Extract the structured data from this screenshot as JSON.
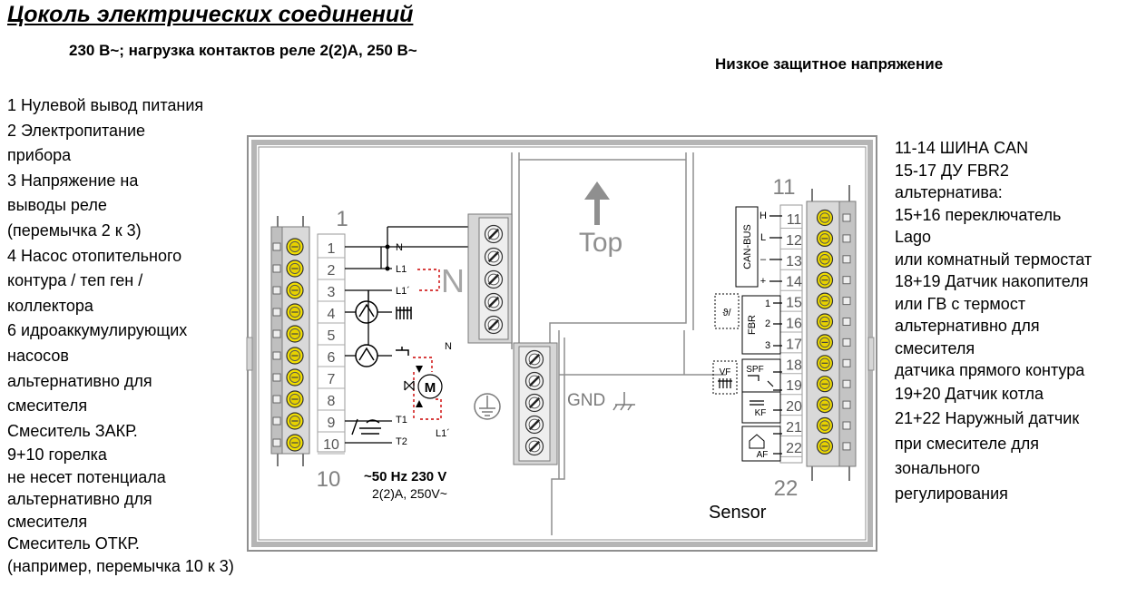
{
  "header": {
    "title": "Цоколь электрических соединений",
    "subtitle": "230 В~; нагрузка контактов реле 2(2)А, 250 В~",
    "low_voltage_title": "Низкое защитное напряжение"
  },
  "left_legend": [
    "1 Нулевой вывод питания",
    "2 Электропитание",
    "прибора",
    "3 Напряжение на",
    "выводы реле",
    "(перемычка 2 к 3)",
    "4 Насос отопительного",
    "контура / теп ген /",
    "коллектора",
    "6 идроаккумулирующих",
    "насосов",
    "альтернативно для",
    "смесителя",
    "Смеситель ЗАКР.",
    "9+10 горелка",
    "не несет потенциала",
    "альтернативно для",
    "смесителя",
    "Смеситель ОТКР.",
    "(например, перемычка 10 к 3)"
  ],
  "right_legend": [
    "11-14 ШИНА CAN",
    "15-17 ДУ FBR2",
    "альтернатива:",
    "15+16 переключатель",
    "Lago",
    "или комнатный термостат",
    "18+19 Датчик накопителя",
    "или ГВ с термост",
    "альтернативно для",
    "смесителя",
    "датчика прямого контура",
    "19+20 Датчик котла",
    "21+22 Наружный датчик",
    "при смесителе для",
    "зонального",
    "регулирования"
  ],
  "diagram": {
    "left_block_first": "1",
    "left_block_last": "10",
    "left_terminals": [
      "1",
      "2",
      "3",
      "4",
      "5",
      "6",
      "7",
      "8",
      "9",
      "10"
    ],
    "wire_labels": {
      "n1": "N",
      "l1": "L1",
      "l1p": "L1´",
      "n2": "N",
      "t1": "T1",
      "t2": "T2",
      "l1p2": "L1´",
      "m": "M"
    },
    "big_n": "N",
    "top_label": "Top",
    "gnd_label": "GND",
    "mains_label": "~50 Hz 230 V",
    "mains_sub": "2(2)A, 250V~",
    "right_block_first": "11",
    "right_block_last": "22",
    "right_terminals": [
      "11",
      "12",
      "13",
      "14",
      "15",
      "16",
      "17",
      "18",
      "19",
      "20",
      "21",
      "22"
    ],
    "canbus": {
      "name": "CAN-BUS",
      "pins": [
        "H",
        "L",
        "–",
        "+"
      ]
    },
    "fbr": {
      "name": "FBR",
      "pins": [
        "1",
        "2",
        "3"
      ]
    },
    "sensors": {
      "spf": "SPF",
      "kf": "KF",
      "af": "AF",
      "vf": "VF"
    },
    "sensor_label": "Sensor"
  }
}
